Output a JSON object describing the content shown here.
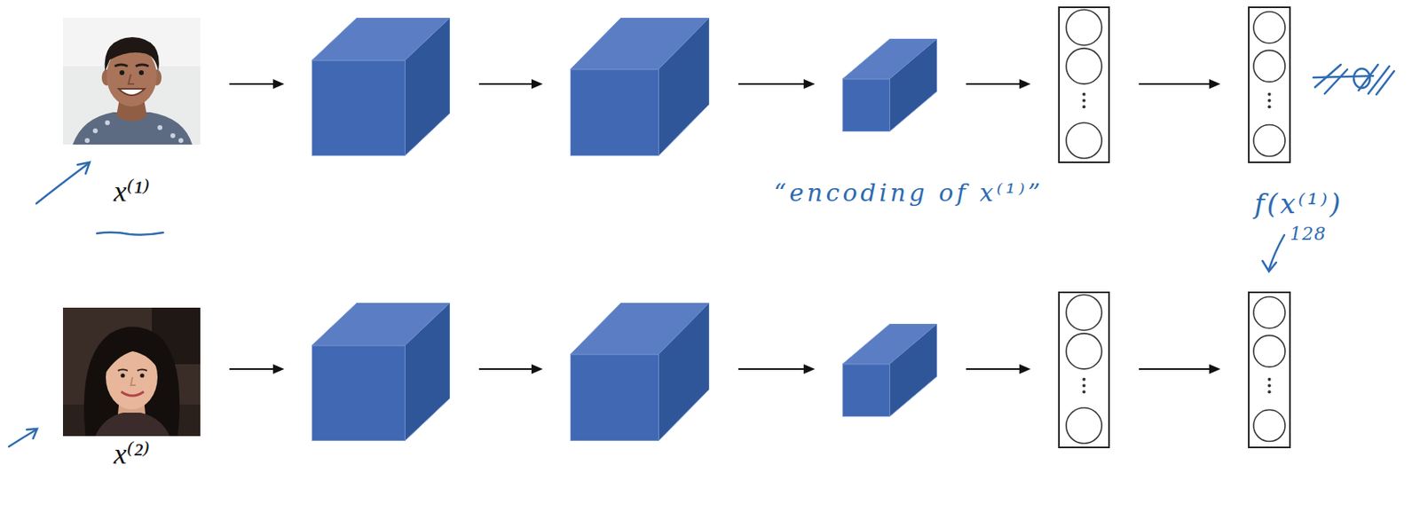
{
  "diagram": {
    "nodes": [
      {
        "text": [
          "x⁽¹⁾"
        ]
      },
      {
        "text": []
      },
      {
        "text": []
      },
      {
        "text": []
      },
      {
        "text": []
      },
      {
        "text": [
          "f(x⁽¹⁾)"
        ]
      },
      {
        "text": [
          "x⁽²⁾"
        ]
      },
      {
        "text": []
      },
      {
        "text": []
      },
      {
        "text": []
      },
      {
        "text": []
      },
      {
        "text": []
      }
    ],
    "edges": [
      {
        "from": 0,
        "to": 1,
        "arrow": "to"
      },
      {
        "from": 1,
        "to": 2,
        "arrow": "to"
      },
      {
        "from": 2,
        "to": 3,
        "arrow": "to"
      },
      {
        "from": 3,
        "to": 4,
        "arrow": "to"
      },
      {
        "from": 4,
        "to": 5,
        "arrow": "to"
      },
      {
        "from": 6,
        "to": 7,
        "arrow": "to"
      },
      {
        "from": 7,
        "to": 8,
        "arrow": "to"
      },
      {
        "from": 8,
        "to": 9,
        "arrow": "to"
      },
      {
        "from": 9,
        "to": 10,
        "arrow": "to"
      },
      {
        "from": 10,
        "to": 11,
        "arrow": "to"
      }
    ],
    "labels": [
      "“encoding of x⁽¹⁾”",
      "128"
    ]
  }
}
